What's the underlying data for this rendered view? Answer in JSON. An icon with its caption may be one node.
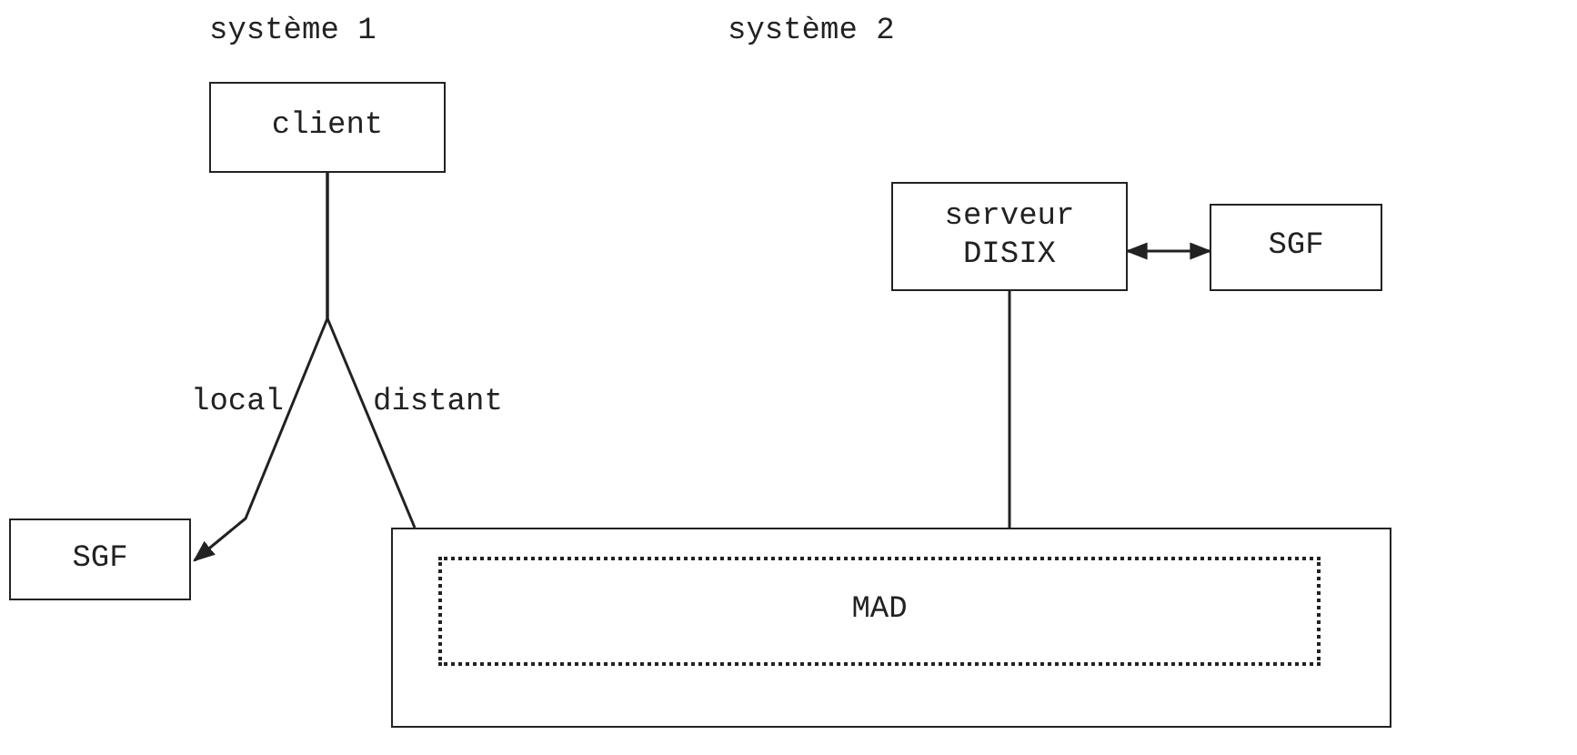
{
  "diagram": {
    "nodes": [
      {
        "text": [
          "client"
        ]
      },
      {
        "text": [
          "serveur DISIX"
        ]
      },
      {
        "text": [
          "SGF"
        ]
      },
      {
        "text": [
          "SGF"
        ]
      },
      {
        "text": [],
        "shape": "box"
      },
      {
        "text": [
          "MAD"
        ],
        "in": 4
      }
    ],
    "edges": [
      {
        "from": 0,
        "to": 3,
        "arrow": "to",
        "label": "local"
      },
      {
        "from": 0,
        "to": 4,
        "arrow": "none",
        "label": "distant"
      },
      {
        "from": 1,
        "to": 2,
        "arrow": "both"
      },
      {
        "from": 1,
        "to": 4,
        "arrow": "none"
      }
    ],
    "labels": [
      "système 1",
      "système 2"
    ]
  }
}
